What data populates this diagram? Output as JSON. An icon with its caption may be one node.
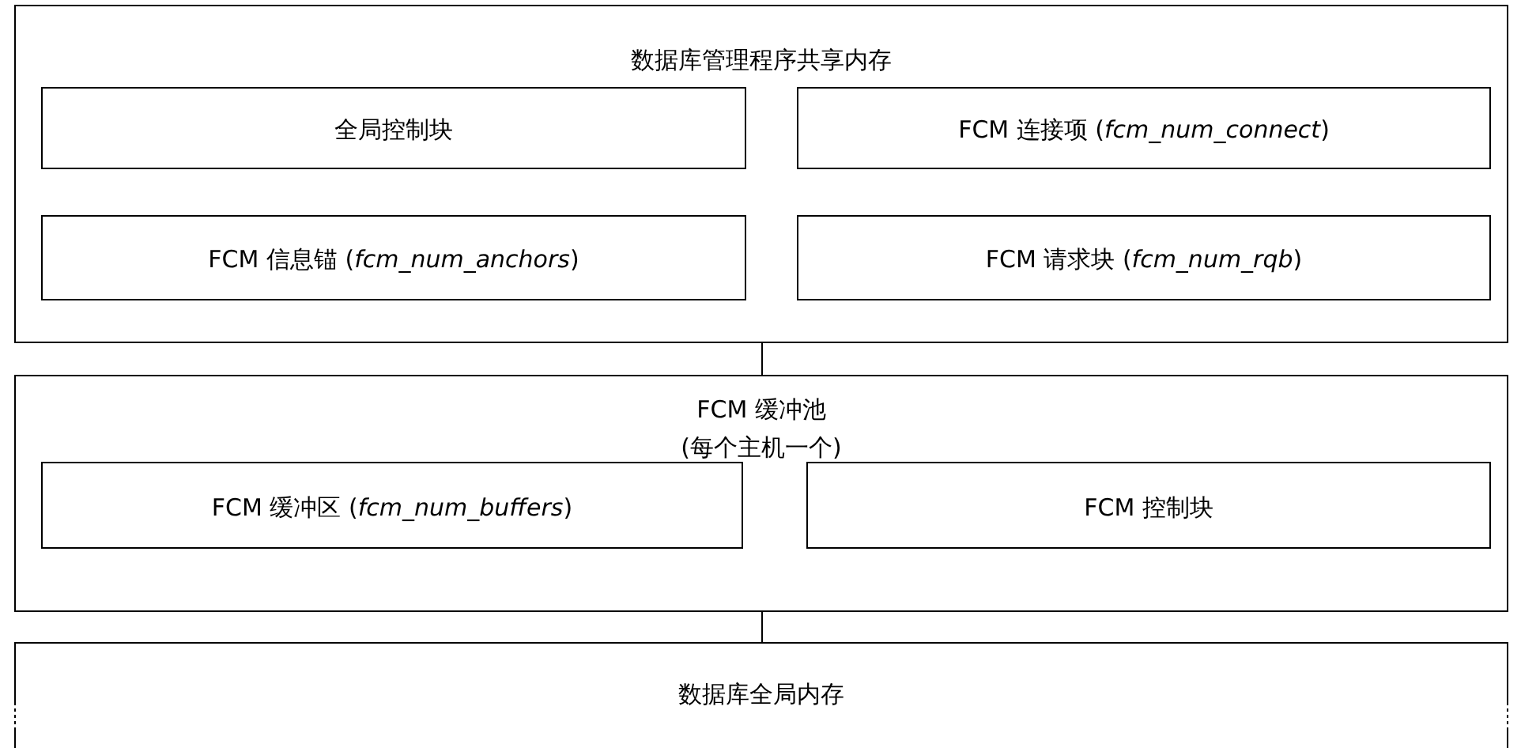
{
  "diagram": {
    "nodes": [
      {
        "text": [
          "数据库管理程序共享内存"
        ]
      },
      {
        "text": [
          "全局控制块"
        ],
        "in": 0
      },
      {
        "text": [
          "FCM 连接项 (*fcm_num_connect*)"
        ],
        "in": 0
      },
      {
        "text": [
          "FCM 信息锚 (*fcm_num_anchors*)"
        ],
        "in": 0
      },
      {
        "text": [
          "FCM 请求块 (*fcm_num_rqb*)"
        ],
        "in": 0
      },
      {
        "text": [
          "FCM 缓冲池",
          "(每个主机一个)"
        ]
      },
      {
        "text": [
          "FCM 缓冲区 (*fcm_num_buffers*)"
        ],
        "in": 5
      },
      {
        "text": [
          "FCM 控制块"
        ],
        "in": 5
      },
      {
        "text": [
          "数据库全局内存"
        ]
      }
    ],
    "edges": [
      {
        "from": 0,
        "to": 5,
        "arrow": "none"
      },
      {
        "from": 5,
        "to": 8,
        "arrow": "none"
      }
    ]
  }
}
